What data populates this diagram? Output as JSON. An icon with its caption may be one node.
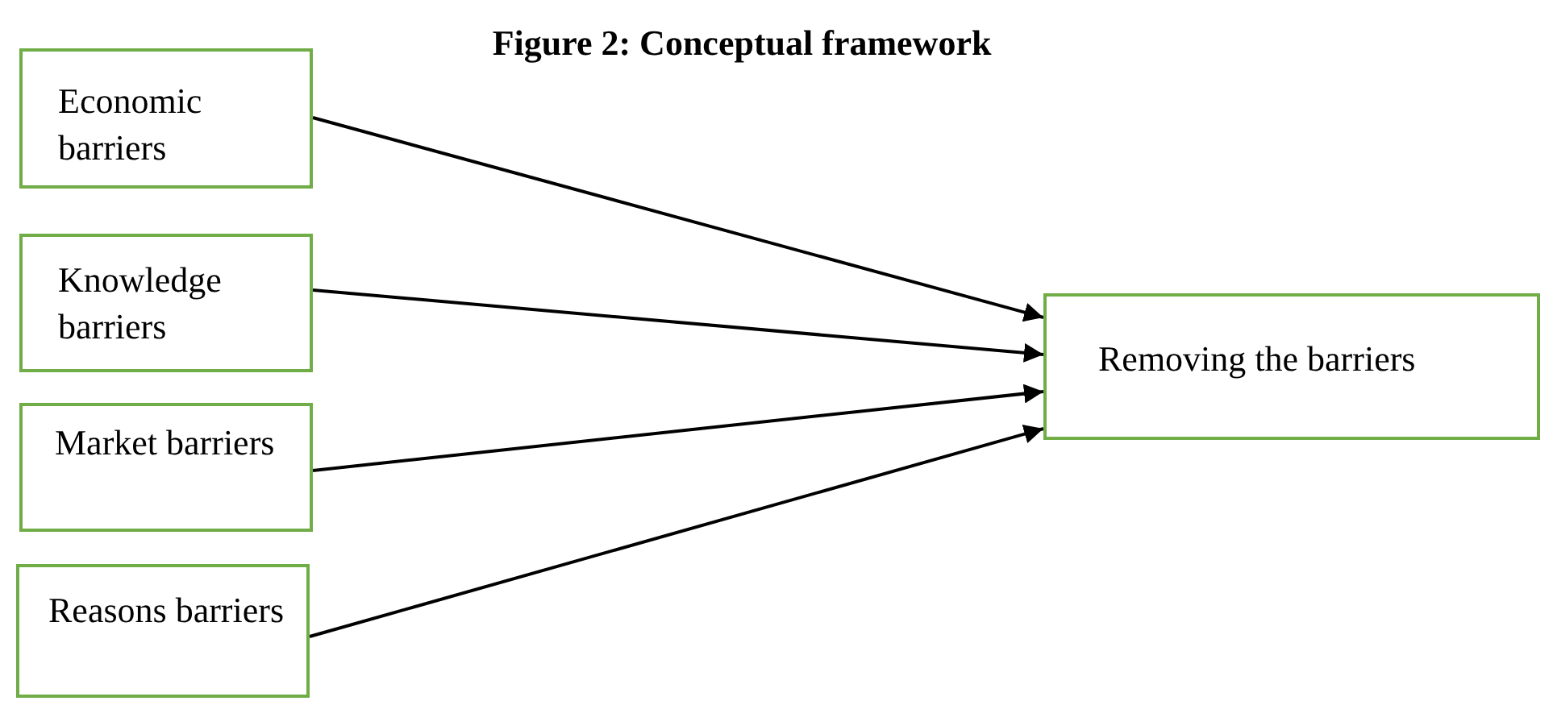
{
  "diagram": {
    "title": "Figure 2: Conceptual framework",
    "nodes": [
      {
        "text": [
          "Economic barriers"
        ]
      },
      {
        "text": [
          "Knowledge barriers"
        ]
      },
      {
        "text": [
          "Market barriers"
        ]
      },
      {
        "text": [
          "Reasons barriers"
        ]
      },
      {
        "text": [
          "Removing the barriers"
        ]
      }
    ],
    "edges": [
      {
        "from": 0,
        "to": 4,
        "arrow": "to"
      },
      {
        "from": 1,
        "to": 4,
        "arrow": "to"
      },
      {
        "from": 2,
        "to": 4,
        "arrow": "to"
      },
      {
        "from": 3,
        "to": 4,
        "arrow": "to"
      }
    ]
  }
}
